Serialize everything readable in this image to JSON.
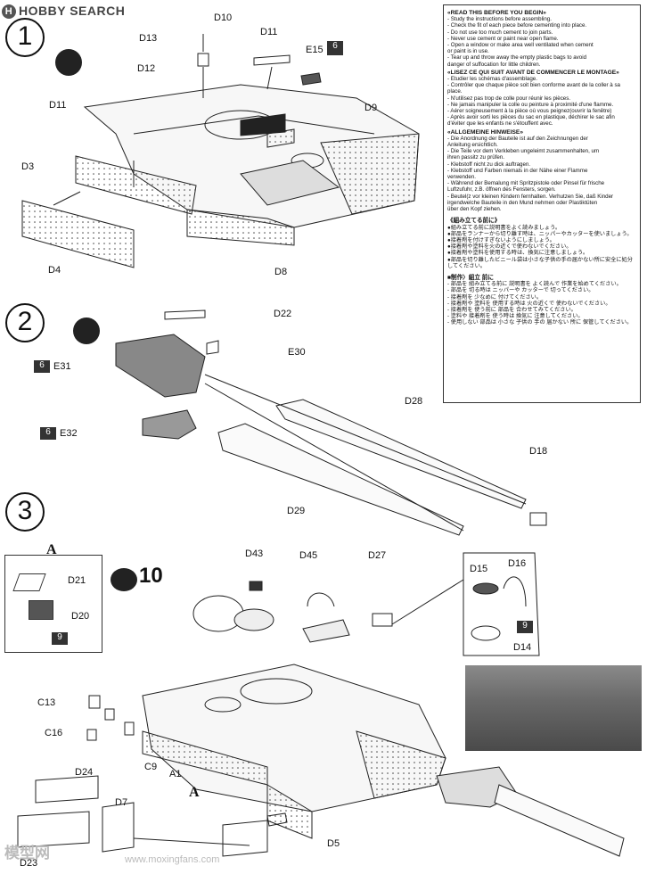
{
  "brand": {
    "name": "HOBBY SEARCH",
    "logo_letter": "H"
  },
  "steps": [
    {
      "number": "1",
      "parts": [
        "D13",
        "D10",
        "D11",
        "E15",
        "D12",
        "D11",
        "D9",
        "D3",
        "D4",
        "D8"
      ],
      "color_ref": "6"
    },
    {
      "number": "2",
      "parts": [
        "D22",
        "E30",
        "E31",
        "E32",
        "D28",
        "D18",
        "D29"
      ],
      "color_refs": [
        "6",
        "6"
      ]
    },
    {
      "number": "3",
      "parts": [
        "D43",
        "D45",
        "D27",
        "D15",
        "D16",
        "D14",
        "C13",
        "C16",
        "C9",
        "A1",
        "D24",
        "D7",
        "D5",
        "D23"
      ],
      "ref_step": "10",
      "sub_box_label": "A",
      "sub_parts": [
        "D21",
        "D20"
      ],
      "color_refs": [
        "9",
        "9"
      ]
    }
  ],
  "callout_letter": "A",
  "notes": {
    "en_title": "«READ THIS BEFORE YOU BEGIN»",
    "en": [
      "- Study the instructions before assembling.",
      "- Check the fit of each piece before cementing into place.",
      "- Do not use too much cement to join parts.",
      "- Never use cement or paint near open flame.",
      "- Open a window or make area well ventilated when cement",
      "  or paint is in use.",
      "- Tear up and throw away the empty plastic bags to avoid",
      "  danger of suffocation for little children."
    ],
    "fr_title": "«LISEZ CE QUI SUIT AVANT DE COMMENCER LE MONTAGE»",
    "fr": [
      "- Etudier les schémas d'assemblage.",
      "- Contrôler que chaque pièce soit bien conforme avant de la coller à sa",
      "  place.",
      "- N'utilisez pas trop de colle pour réunir les pièces.",
      "- Ne jamais manipuler la colle ou peinture à proximité d'une flamme.",
      "- Aérer soigneusement à la pièce où vous peignez(ouvrir la fenêtre)",
      "- Après avoir sorti les pièces du sac en plastique, déchirer le sac afin",
      "  d'éviter que les enfants ne s'étouffent avec."
    ],
    "de_title": "«ALLGEMEINE HINWEISE»",
    "de": [
      "- Die Anordnung der Bauteile ist auf den Zeichnungen der",
      "  Anleitung ersichtlich.",
      "- Die Teile vor dem Verkleben ungeleimt zusammenhalten, um",
      "  ihren passitz zu prüfen.",
      "- Klebstoff nicht zu dick auftragen.",
      "- Klebstoff und Farben niemals in der Nähe einer Flamme",
      "  verwenden.",
      "- Während der Bemalung mit Spritzpistole oder Pinsel für frische",
      "  Luftzufuhr, z.B. öffnen des Fensters, sorgen.",
      "- Beutel(z vor kleinen Kindern fernhalten. Verhutzen Sie, daß Kinder",
      "  irgendwelche Bauteile in den Mund nehmen oder Plastiktüten",
      "  über den Kopf ziehen."
    ],
    "jp_title": "《組み立てる前に》",
    "jp": [
      "●組み立てる前に説明書をよく読みましょう。",
      "●部品をランナーから切り離す時は、ニッパーやカッターを使いましょう。",
      "●接着剤を付けすぎないようにしましょう。",
      "●接着剤や塗料を火の近くで使わないでください。",
      "●接着剤や塗料を使用する時は、換気に注意しましょう。",
      "●部品を切り離したビニール袋は小さな子供の手の届かない所に安全に処分してください。"
    ],
    "kr_title": "■制作〉組立 前に",
    "kr": [
      "- 部品を 組み立てる前に 説明書を よく読んで 作業を始めてください。",
      "- 部品を 切る時は ニッパーや カッターで 切ってください。",
      "- 接着剤を 少なめに 付けてください。",
      "- 接着剤や 塗料を 使用する時は 火の近くで 使わないでください。",
      "- 接着剤を 使う前に 部品を 合わせてみてください。",
      "- 塗料や 接着剤を 使う時は 換気に 注意してください。",
      "- 使用しない 部品は 小さな 子供の 手の 届かない 所に 保管してください。"
    ]
  },
  "watermark": {
    "main": "模型网",
    "url": "www.moxingfans.com"
  }
}
